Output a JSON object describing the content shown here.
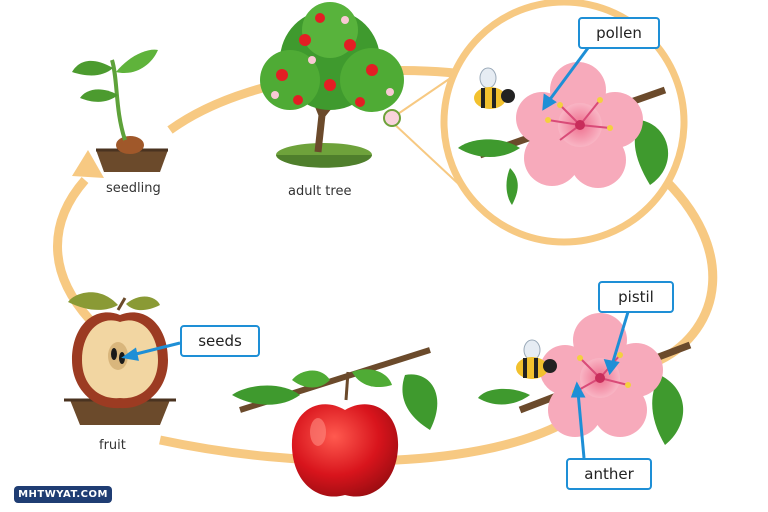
{
  "stages": {
    "seedling": "seedling",
    "adult_tree": "adult tree",
    "fruit": "fruit"
  },
  "callouts": {
    "pollen": "pollen",
    "seeds": "seeds",
    "pistil": "pistil",
    "anther": "anther"
  },
  "watermark": "MHTWYAT.COM",
  "colors": {
    "cycle_arrow": "#f7c982",
    "callout_border": "#1e8fd6",
    "petal": "#f4a6b8",
    "leaf": "#3f9a2e",
    "apple": "#d8141c",
    "trunk": "#6b4a2b"
  }
}
